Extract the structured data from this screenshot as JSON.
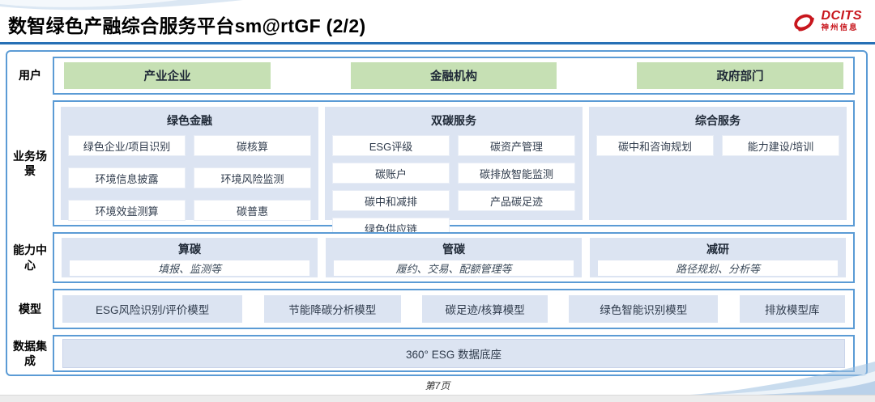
{
  "header": {
    "title": "数智绿色产融综合服务平台sm@rtGF (2/2)",
    "logo": {
      "name": "DCITS",
      "subtitle": "神州信息"
    }
  },
  "rows": {
    "users": {
      "label": "用户",
      "items": [
        "产业企业",
        "金融机构",
        "政府部门"
      ]
    },
    "scenarios": {
      "label": "业务场景",
      "columns": [
        {
          "title": "绿色金融",
          "items": [
            "绿色企业/项目识别",
            "碳核算",
            "环境信息披露",
            "环境风险监测",
            "环境效益测算",
            "碳普惠"
          ]
        },
        {
          "title": "双碳服务",
          "items": [
            "ESG评级",
            "碳资产管理",
            "碳账户",
            "碳排放智能监测",
            "碳中和减排",
            "产品碳足迹",
            "绿色供应链"
          ]
        },
        {
          "title": "综合服务",
          "items": [
            "碳中和咨询规划",
            "能力建设/培训"
          ]
        }
      ]
    },
    "capabilities": {
      "label": "能力中心",
      "items": [
        {
          "title": "算碳",
          "desc": "填报、监测等"
        },
        {
          "title": "管碳",
          "desc": "履约、交易、配额管理等"
        },
        {
          "title": "减研",
          "desc": "路径规划、分析等"
        }
      ]
    },
    "models": {
      "label": "模型",
      "items": [
        "ESG风险识别/评价模型",
        "节能降碳分析模型",
        "碳足迹/核算模型",
        "绿色智能识别模型",
        "排放模型库"
      ]
    },
    "data": {
      "label": "数据集成",
      "item": "360° ESG 数据底座"
    }
  },
  "footer": {
    "page": "第7页"
  },
  "colors": {
    "accent_blue": "#5B9BD5",
    "header_rule": "#2770B5",
    "green_fill": "#C6E0B4",
    "panel_fill": "#DCE4F2",
    "logo_red": "#C8161D"
  }
}
